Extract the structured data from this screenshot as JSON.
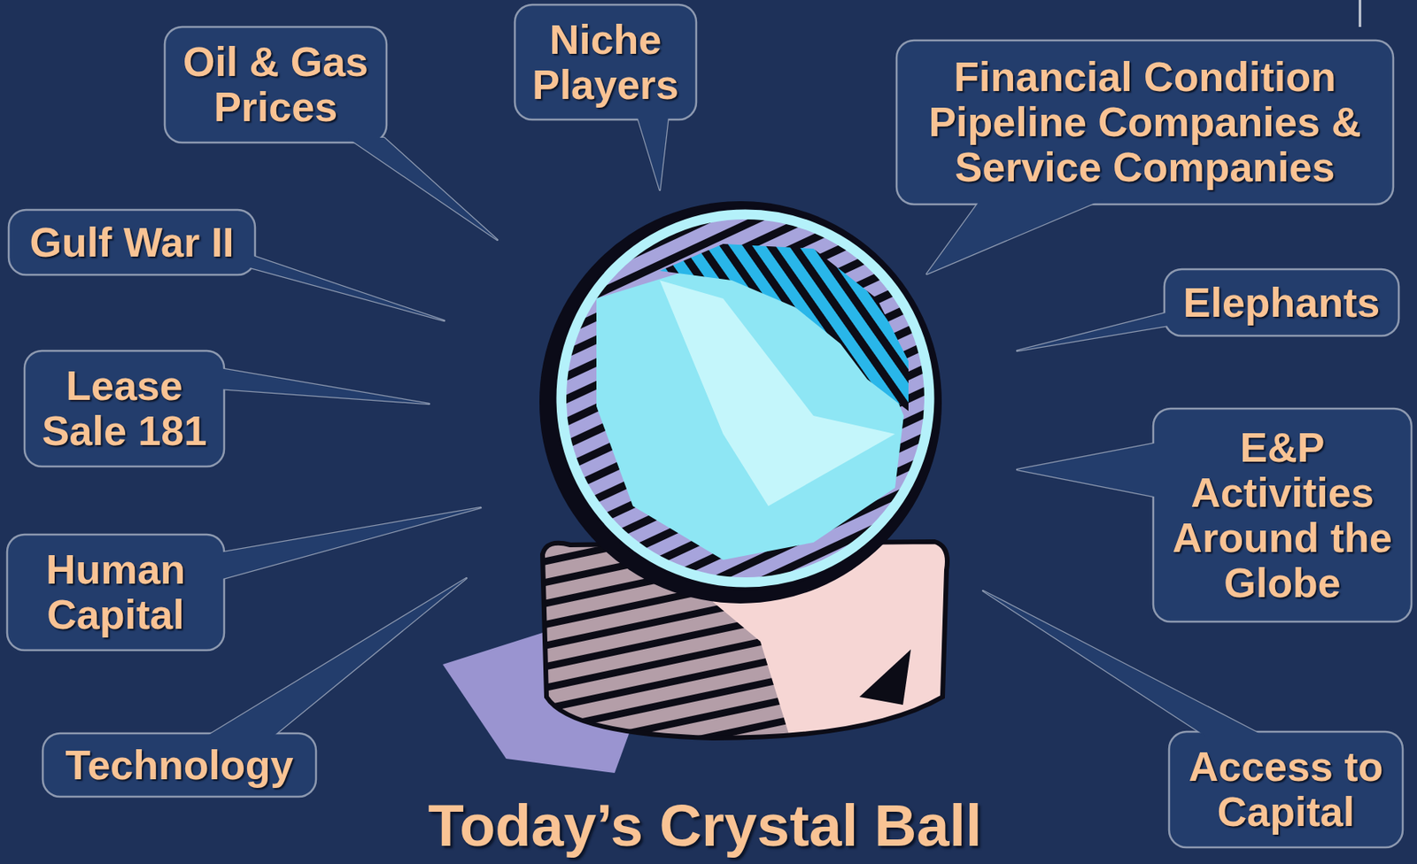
{
  "diagram": {
    "title": "Today’s Crystal Ball",
    "nodes": [
      {
        "text": [
          "Niche Players"
        ]
      },
      {
        "text": [
          "Oil & Gas Prices"
        ]
      },
      {
        "text": [
          "Financial Condition Pipeline Companies & Service Companies"
        ]
      },
      {
        "text": [
          "Gulf War II"
        ]
      },
      {
        "text": [
          "Elephants"
        ]
      },
      {
        "text": [
          "Lease Sale 181"
        ]
      },
      {
        "text": [
          "E&P Activities Around the Globe"
        ]
      },
      {
        "text": [
          "Human Capital"
        ]
      },
      {
        "text": [
          "Technology"
        ]
      },
      {
        "text": [
          "Access to Capital"
        ]
      }
    ]
  }
}
